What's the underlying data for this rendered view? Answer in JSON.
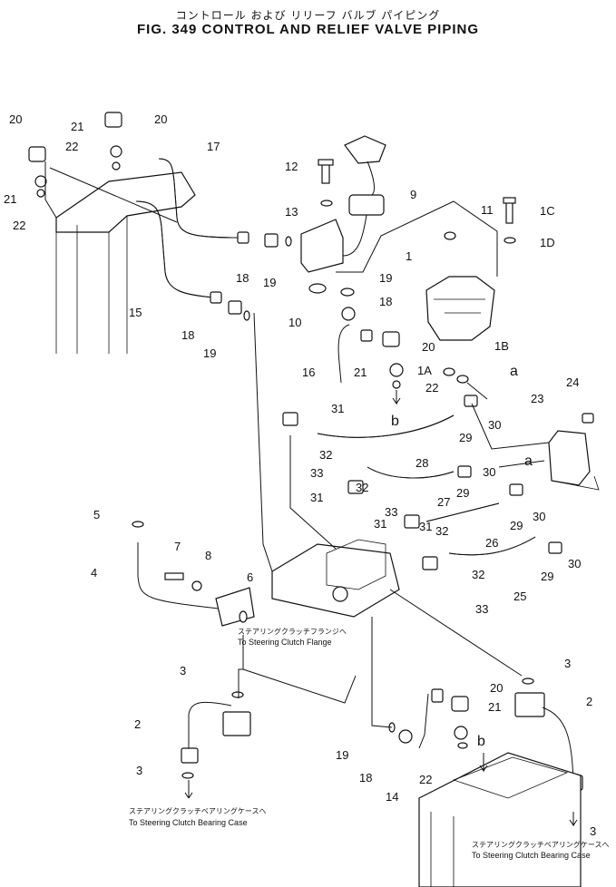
{
  "header": {
    "title_jp": "コントロール および リリーフ バルブ パイピング",
    "title_en": "FIG. 349  CONTROL  AND  RELIEF  VALVE  PIPING"
  },
  "callouts": [
    "20",
    "21",
    "22",
    "21",
    "22",
    "20",
    "17",
    "12",
    "13",
    "9",
    "11",
    "1C",
    "1D",
    "1",
    "18",
    "19",
    "15",
    "18",
    "19",
    "19",
    "18",
    "10",
    "16",
    "20",
    "21",
    "1A",
    "1B",
    "22",
    "a",
    "b",
    "31",
    "28",
    "29",
    "30",
    "24",
    "23",
    "32",
    "33",
    "a",
    "27",
    "29",
    "30",
    "31",
    "32",
    "33",
    "26",
    "29",
    "30",
    "31",
    "32",
    "5",
    "7",
    "8",
    "4",
    "6",
    "31",
    "25",
    "29",
    "30",
    "32",
    "33",
    "3",
    "3",
    "2",
    "2",
    "20",
    "21",
    "b",
    "19",
    "18",
    "14",
    "22",
    "3",
    "3"
  ],
  "notes": {
    "steering_flange_jp": "ステアリングクラッチフランジへ",
    "steering_flange_en": "To Steering Clutch Flange",
    "bearing_case_left_jp": "ステアリングクラッチベアリングケースへ",
    "bearing_case_left_en": "To Steering Clutch Bearing Case",
    "bearing_case_right_jp": "ステアリングクラッチベアリングケースへ",
    "bearing_case_right_en": "To Steering Clutch Bearing Case"
  }
}
